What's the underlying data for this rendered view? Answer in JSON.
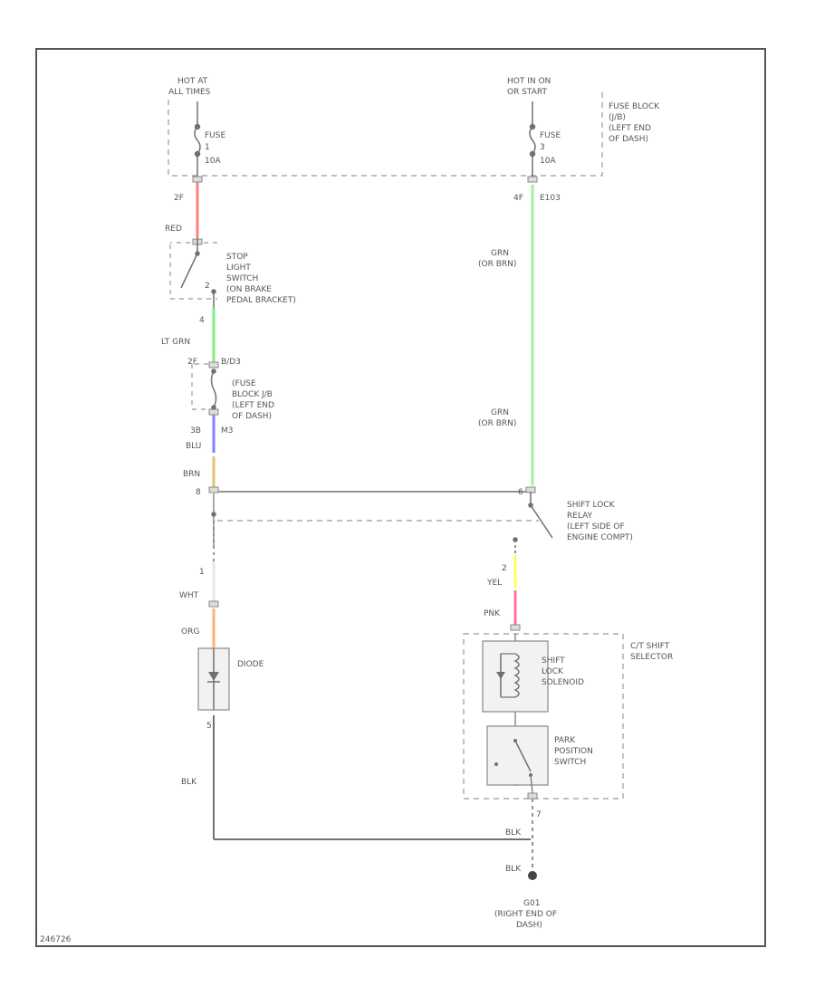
{
  "power_left": {
    "line1": "HOT AT",
    "line2": "ALL TIMES"
  },
  "power_right": {
    "line1": "HOT IN ON",
    "line2": "OR START"
  },
  "fuse_left": {
    "label": "FUSE",
    "num": "1",
    "rating": "10A"
  },
  "fuse_right": {
    "label": "FUSE",
    "num": "3",
    "rating": "10A"
  },
  "fuse_block_label": [
    "FUSE BLOCK",
    "(J/B)",
    "(LEFT END",
    "OF DASH)"
  ],
  "pins": {
    "left_fuse_out": "2F",
    "right_fuse_out": "4F",
    "right_fuse_code": "E103",
    "stop_switch_in": "2",
    "stop_switch_out": "4",
    "jb_in": "2F",
    "jb_code": "B/D3",
    "jb_out": "3B",
    "jb_code2": "M3",
    "relay_left": "8",
    "relay_right": "6",
    "relay_bottom": "2",
    "diode_top": "1",
    "diode_bottom": "5",
    "selector_bottom": "7"
  },
  "stop_switch_label": [
    "STOP",
    "LIGHT",
    "SWITCH",
    "(ON BRAKE",
    "PEDAL BRACKET)"
  ],
  "jb2_label": [
    "(FUSE",
    "BLOCK J/B",
    "(LEFT END",
    "OF DASH)"
  ],
  "relay_label": [
    "SHIFT LOCK",
    "RELAY",
    "(LEFT SIDE OF",
    "ENGINE COMPT)"
  ],
  "selector_label": [
    "C/T SHIFT",
    "SELECTOR"
  ],
  "solenoid_label": [
    "SHIFT",
    "LOCK",
    "SOLENOID"
  ],
  "park_switch_label": [
    "PARK",
    "POSITION",
    "SWITCH"
  ],
  "diode_label": "DIODE",
  "ground_label": [
    "G01",
    "(RIGHT END OF",
    "DASH)"
  ],
  "wires": {
    "red": "RED",
    "lt_grn": "LT GRN",
    "blu": "BLU",
    "brn": "BRN",
    "wht": "WHT",
    "org": "ORG",
    "blk_left": "BLK",
    "grn_top": "GRN",
    "grn_top_alt": "(OR BRN)",
    "grn_bottom": "GRN",
    "grn_bottom_alt": "(OR BRN)",
    "yel": "YEL",
    "pnk": "PNK",
    "blk_right": "BLK",
    "blk_ground": "BLK"
  },
  "figure_code": "246726",
  "colors": {
    "frame": "#555555",
    "wire": "#707070",
    "red": "#ff8080",
    "lt_grn": "#80f080",
    "grn": "#a0f0a0",
    "blu": "#8080ff",
    "brn": "#e6c070",
    "org": "#ffb070",
    "yel": "#ffff60",
    "pnk": "#ff70a0",
    "dash": "#999999"
  },
  "icons": {
    "fuse": "fuse-symbol",
    "switch": "switch-symbol",
    "diode": "diode-symbol",
    "solenoid": "coil-symbol",
    "ground": "ground-symbol"
  }
}
